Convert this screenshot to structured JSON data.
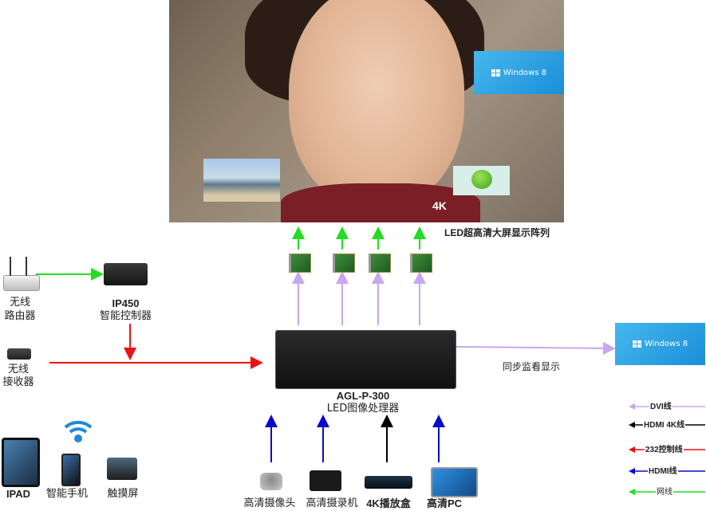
{
  "screen": {
    "caption": "LED超高清大屏显示阵列",
    "windows_tile": "Windows 8",
    "badge": "4K"
  },
  "controller": {
    "model": "IP450",
    "name": "智能控制器"
  },
  "router": {
    "line1": "无线",
    "line2": "路由器"
  },
  "receiver": {
    "line1": "无线",
    "line2": "接收器"
  },
  "processor": {
    "model": "AGL-P-300",
    "name": "LED图像处理器"
  },
  "monitor": {
    "caption": "同步监看显示",
    "windows_tile": "Windows 8"
  },
  "sources": [
    {
      "label": "高清摄像头"
    },
    {
      "label": "高清摄录机"
    },
    {
      "label": "4K播放盒"
    },
    {
      "label": "高清PC"
    }
  ],
  "clients": [
    {
      "label": "IPAD"
    },
    {
      "label": "智能手机"
    },
    {
      "label": "触摸屏"
    }
  ],
  "legend": [
    {
      "label": "DVI线",
      "color": "#c9a6f0"
    },
    {
      "label": "HDMI 4K线",
      "color": "#000000"
    },
    {
      "label": "232控制线",
      "color": "#ff0000"
    },
    {
      "label": "HDMI线",
      "color": "#0000cc"
    },
    {
      "label": "网线",
      "color": "#22dd22"
    }
  ],
  "colors": {
    "dvi": "#c9a6f0",
    "hdmi4k": "#000000",
    "rs232": "#ee1111",
    "hdmi": "#0a0acc",
    "network": "#22dd22"
  }
}
